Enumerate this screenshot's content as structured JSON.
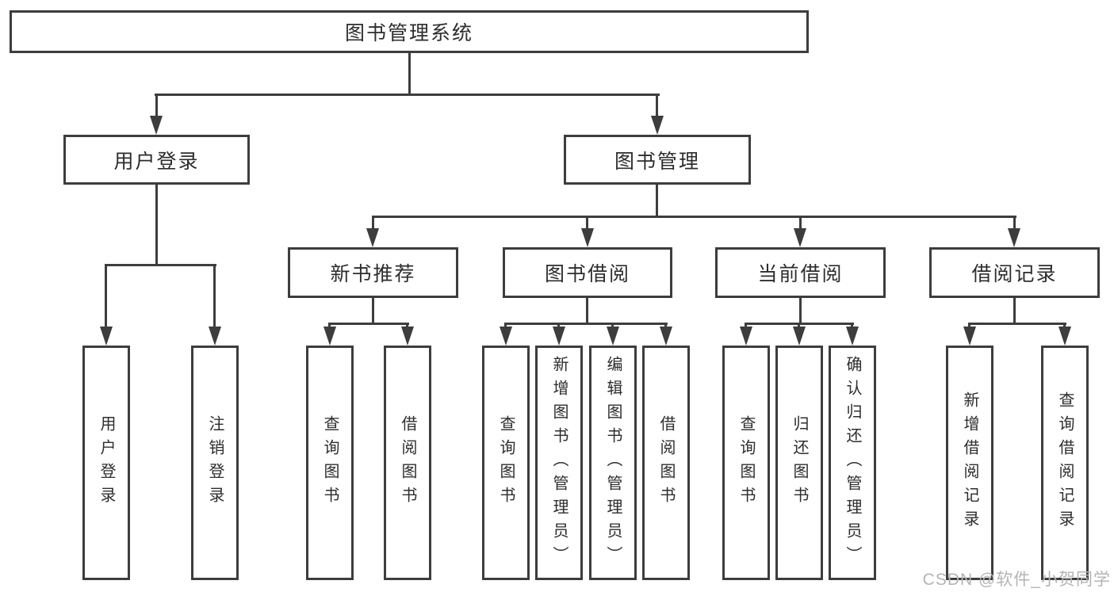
{
  "root": {
    "label": "图书管理系统"
  },
  "branches": {
    "user_login": {
      "label": "用户登录",
      "children": [
        {
          "label": "用户登录"
        },
        {
          "label": "注销登录"
        }
      ]
    },
    "book_management": {
      "label": "图书管理",
      "children": [
        {
          "label": "新书推荐",
          "children": [
            {
              "label": "查询图书"
            },
            {
              "label": "借阅图书"
            }
          ]
        },
        {
          "label": "图书借阅",
          "children": [
            {
              "label": "查询图书"
            },
            {
              "label": "新增图书（管理员）"
            },
            {
              "label": "编辑图书（管理员）"
            },
            {
              "label": "借阅图书"
            }
          ]
        },
        {
          "label": "当前借阅",
          "children": [
            {
              "label": "查询图书"
            },
            {
              "label": "归还图书"
            },
            {
              "label": "确认归还（管理员）"
            }
          ]
        },
        {
          "label": "借阅记录",
          "children": [
            {
              "label": "新增借阅记录"
            },
            {
              "label": "查询借阅记录"
            }
          ]
        }
      ]
    }
  },
  "watermark": {
    "text": "CSDN @软件_小贺同学"
  },
  "colors": {
    "line": "#3d3d3d",
    "text": "#2d2d2d",
    "background": "#ffffff",
    "watermark": "#b4b4b4"
  }
}
